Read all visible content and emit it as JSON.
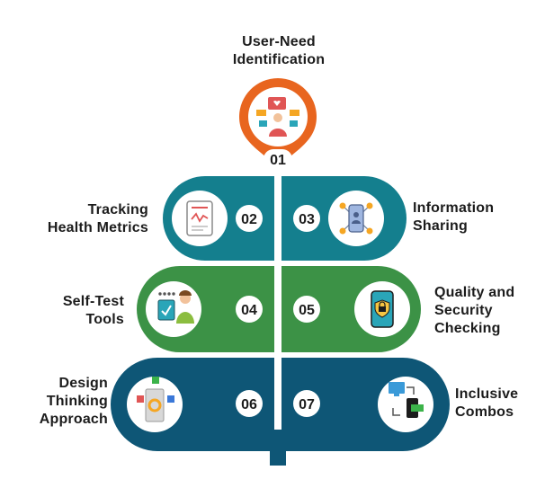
{
  "steps": [
    {
      "number": "01",
      "title_lines": [
        "User-Need",
        "Identification"
      ],
      "icon": "feedback-icon",
      "color": "#e8651f"
    },
    {
      "number": "02",
      "title_lines": [
        "Tracking",
        "Health Metrics"
      ],
      "icon": "health-chart-icon",
      "color": "#147f8e"
    },
    {
      "number": "03",
      "title_lines": [
        "Information",
        "Sharing"
      ],
      "icon": "phone-network-icon",
      "color": "#147f8e"
    },
    {
      "number": "04",
      "title_lines": [
        "Self-Test",
        "Tools"
      ],
      "icon": "self-test-icon",
      "color": "#3c9246"
    },
    {
      "number": "05",
      "title_lines": [
        "Quality and",
        "Security",
        "Checking"
      ],
      "icon": "phone-lock-icon",
      "color": "#3c9246"
    },
    {
      "number": "06",
      "title_lines": [
        "Design",
        "Thinking",
        "Approach"
      ],
      "icon": "design-thinking-icon",
      "color": "#0e5676"
    },
    {
      "number": "07",
      "title_lines": [
        "Inclusive",
        "Combos"
      ],
      "icon": "transfer-icon",
      "color": "#0e5676"
    }
  ]
}
